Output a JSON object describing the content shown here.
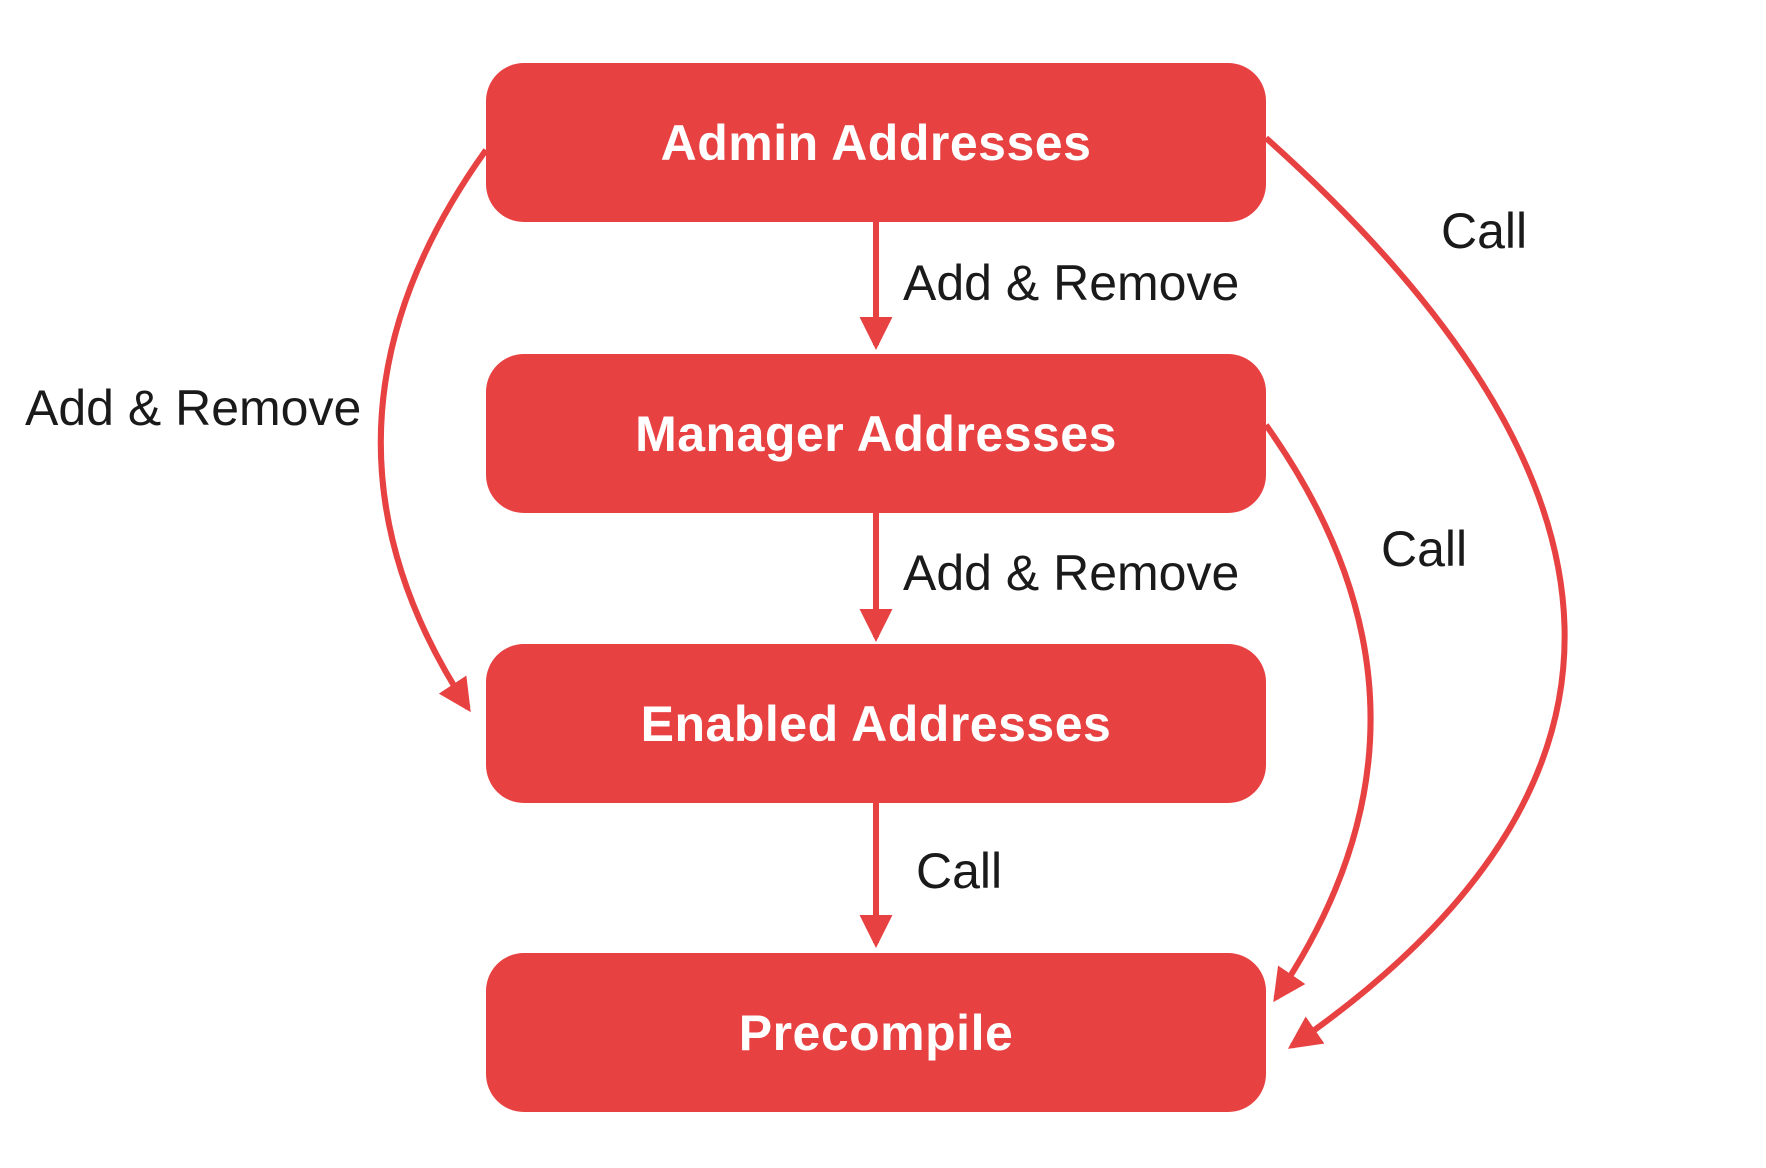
{
  "diagram": {
    "type": "flowchart",
    "background": "#FFFFFF",
    "colors": {
      "node_fill": "#E84142",
      "node_text": "#FFFFFF",
      "edge_stroke": "#E84142",
      "edge_label_text": "#1A1A1A"
    },
    "nodes": [
      {
        "id": "admin",
        "label": "Admin Addresses"
      },
      {
        "id": "manager",
        "label": "Manager Addresses"
      },
      {
        "id": "enabled",
        "label": "Enabled Addresses"
      },
      {
        "id": "precompile",
        "label": "Precompile"
      }
    ],
    "edges": [
      {
        "from": "admin",
        "to": "manager",
        "label": "Add & Remove",
        "shape": "straight-down"
      },
      {
        "from": "manager",
        "to": "enabled",
        "label": "Add & Remove",
        "shape": "straight-down"
      },
      {
        "from": "enabled",
        "to": "precompile",
        "label": "Call",
        "shape": "straight-down"
      },
      {
        "from": "admin",
        "to": "enabled",
        "label": "Add & Remove",
        "shape": "curve-left"
      },
      {
        "from": "admin",
        "to": "precompile",
        "label": "Call",
        "shape": "curve-right-outer"
      },
      {
        "from": "manager",
        "to": "precompile",
        "label": "Call",
        "shape": "curve-right-inner"
      }
    ]
  }
}
